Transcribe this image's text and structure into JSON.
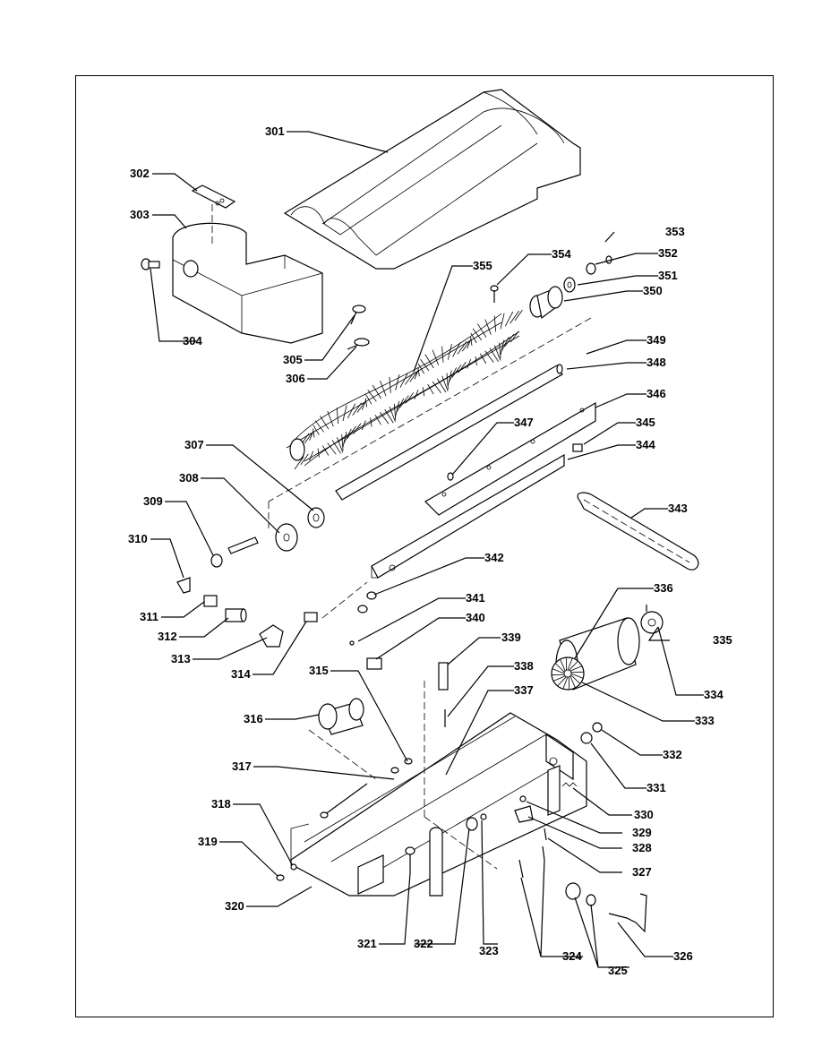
{
  "labels": {
    "p301": "301",
    "p302": "302",
    "p303": "303",
    "p304": "304",
    "p305": "305",
    "p306": "306",
    "p307": "307",
    "p308": "308",
    "p309": "309",
    "p310": "310",
    "p311": "311",
    "p312": "312",
    "p313": "313",
    "p314": "314",
    "p315": "315",
    "p316": "316",
    "p317": "317",
    "p318": "318",
    "p319": "319",
    "p320": "320",
    "p321": "321",
    "p322": "322",
    "p323": "323",
    "p324": "324",
    "p325": "325",
    "p326": "326",
    "p327": "327",
    "p328": "328",
    "p329": "329",
    "p330": "330",
    "p331": "331",
    "p332": "332",
    "p333": "333",
    "p334": "334",
    "p335": "335",
    "p336": "336",
    "p337": "337",
    "p338": "338",
    "p339": "339",
    "p340": "340",
    "p341": "341",
    "p342": "342",
    "p343": "343",
    "p344": "344",
    "p345": "345",
    "p346": "346",
    "p347": "347",
    "p348": "348",
    "p349": "349",
    "p350": "350",
    "p351": "351",
    "p352": "352",
    "p353": "353",
    "p354": "354",
    "p355": "355"
  }
}
